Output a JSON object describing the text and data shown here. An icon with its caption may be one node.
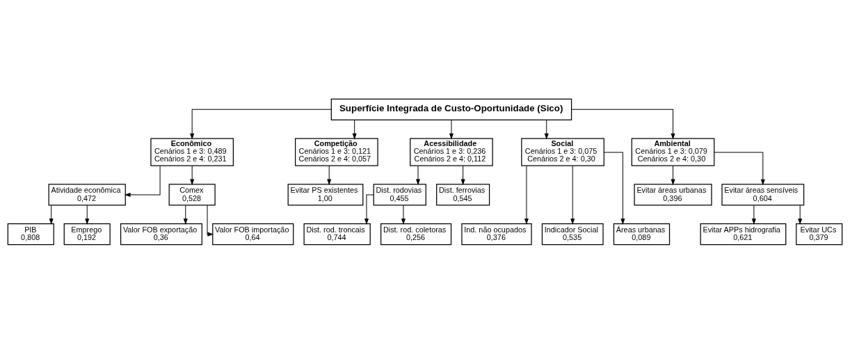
{
  "diagram": {
    "nodes": [
      {
        "text": [
          "Superfície Integrada de Custo-Oportunidade (Sico)"
        ]
      },
      {
        "text": [
          "Econômico",
          "Cenários 1 e 3: 0,489",
          "Cenários 2 e 4: 0,231"
        ]
      },
      {
        "text": [
          "Competição",
          "Cenários 1 e 3: 0,121",
          "Cenários 2 e 4: 0,057"
        ]
      },
      {
        "text": [
          "Acessibilidade",
          "Cenários 1 e 3: 0,236",
          "Cenários 2 e 4: 0,112"
        ]
      },
      {
        "text": [
          "Social",
          "Cenários 1 e 3: 0,075",
          "Cenários 2 e 4: 0,30"
        ]
      },
      {
        "text": [
          "Ambiental",
          "Cenários 1 e 3: 0,079",
          "Cenários 2 e 4: 0,30"
        ]
      },
      {
        "text": [
          "Atividade econômica",
          "0,472"
        ]
      },
      {
        "text": [
          "Comex",
          "0,528"
        ]
      },
      {
        "text": [
          "Evitar PS existentes",
          "1,00"
        ]
      },
      {
        "text": [
          "Dist. rodovias",
          "0,455"
        ]
      },
      {
        "text": [
          "Dist. ferrovias",
          "0,545"
        ]
      },
      {
        "text": [
          "Evitar áreas urbanas",
          "0,396"
        ]
      },
      {
        "text": [
          "Evitar áreas sensíveis",
          "0,604"
        ]
      },
      {
        "text": [
          "PIB",
          "0,808"
        ]
      },
      {
        "text": [
          "Emprego",
          "0,192"
        ]
      },
      {
        "text": [
          "Valor FOB exportação",
          "0,36"
        ]
      },
      {
        "text": [
          "Valor FOB importação",
          "0,64"
        ]
      },
      {
        "text": [
          "Dist. rod. troncais",
          "0,744"
        ]
      },
      {
        "text": [
          "Dist. rod. coletoras",
          "0,256"
        ]
      },
      {
        "text": [
          "Ind. não ocupados",
          "0,376"
        ]
      },
      {
        "text": [
          "Indicador Social",
          "0,535"
        ]
      },
      {
        "text": [
          "Áreas urbanas",
          "0,089"
        ]
      },
      {
        "text": [
          "Evitar APPs hidrografia",
          "0,621"
        ]
      },
      {
        "text": [
          "Evitar UCs",
          "0,379"
        ]
      }
    ],
    "edges": [
      {
        "from": 0,
        "to": 1,
        "arrow": "to"
      },
      {
        "from": 0,
        "to": 2,
        "arrow": "to"
      },
      {
        "from": 0,
        "to": 3,
        "arrow": "to"
      },
      {
        "from": 0,
        "to": 4,
        "arrow": "to"
      },
      {
        "from": 0,
        "to": 5,
        "arrow": "to"
      },
      {
        "from": 1,
        "to": 6,
        "arrow": "to"
      },
      {
        "from": 1,
        "to": 7,
        "arrow": "to"
      },
      {
        "from": 2,
        "to": 8,
        "arrow": "to"
      },
      {
        "from": 3,
        "to": 9,
        "arrow": "to"
      },
      {
        "from": 3,
        "to": 10,
        "arrow": "to"
      },
      {
        "from": 4,
        "to": 19,
        "arrow": "to"
      },
      {
        "from": 4,
        "to": 20,
        "arrow": "to"
      },
      {
        "from": 4,
        "to": 21,
        "arrow": "to"
      },
      {
        "from": 5,
        "to": 11,
        "arrow": "to"
      },
      {
        "from": 5,
        "to": 12,
        "arrow": "to"
      },
      {
        "from": 6,
        "to": 13,
        "arrow": "to"
      },
      {
        "from": 6,
        "to": 14,
        "arrow": "to"
      },
      {
        "from": 7,
        "to": 15,
        "arrow": "to"
      },
      {
        "from": 7,
        "to": 16,
        "arrow": "to"
      },
      {
        "from": 9,
        "to": 17,
        "arrow": "to"
      },
      {
        "from": 9,
        "to": 18,
        "arrow": "to"
      },
      {
        "from": 12,
        "to": 22,
        "arrow": "to"
      },
      {
        "from": 12,
        "to": 23,
        "arrow": "to"
      }
    ]
  }
}
